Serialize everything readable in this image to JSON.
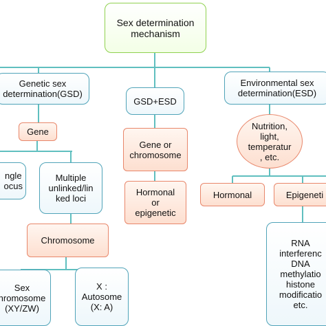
{
  "nodes": {
    "root": "Sex determination\nmechanism",
    "gsd": "Genetic sex\ndetermination(GSD)",
    "gsd_esd": "GSD+ESD",
    "esd": "Environmental sex\ndetermination(ESD)",
    "gene": "Gene",
    "single_locus": "ngle\nocus",
    "multiple_loci": "Multiple\nunlinked/lin\nked loci",
    "chromosome": "Chromosome",
    "sex_chromosome": "Sex\nhromosome\n(XY/ZW)",
    "x_autosome": "X :\nAutosome\n(X: A)",
    "gene_or_chromosome": "Gene or\nchromosome",
    "hormonal_or_epigenetic": "Hormonal\nor\nepigenetic",
    "nutrition": "Nutrition,\nlight,\ntemperatur\n, etc.",
    "hormonal": "Hormonal",
    "epigenetic": "Epigeneti",
    "rna": "RNA\ninterferenc\nDNA\nmethylatio\nhistone\nmodificatio\netc."
  },
  "colors": {
    "green_border": "#8fd14f",
    "teal_border": "#4fa3b8",
    "peach_border": "#e8866a",
    "peach_fill": "#fddfd0",
    "connector": "#5fbfbf"
  }
}
